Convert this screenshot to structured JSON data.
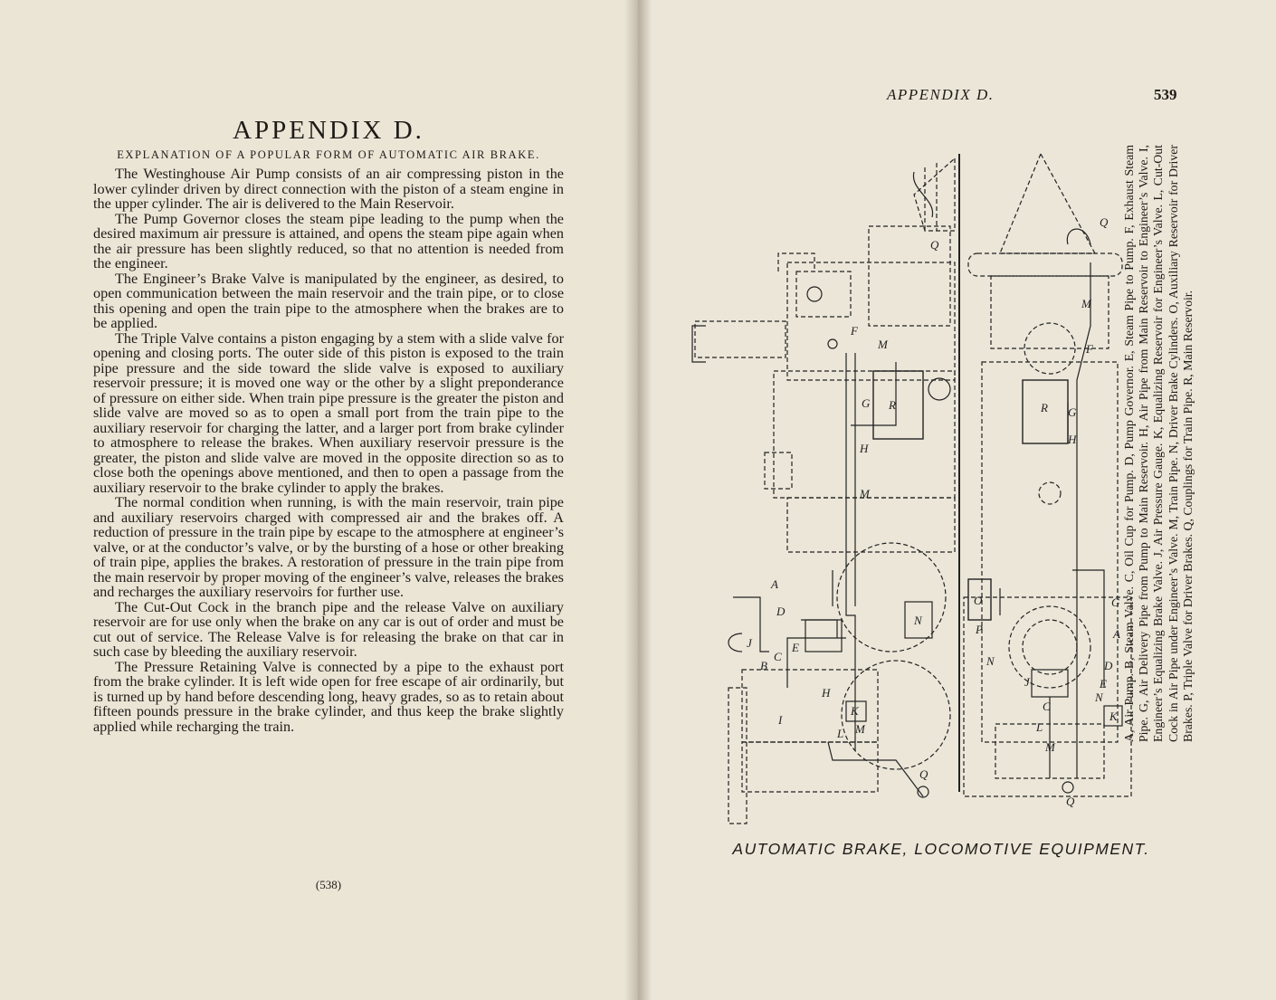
{
  "left_page": {
    "title": "APPENDIX D.",
    "subtitle": "EXPLANATION OF A POPULAR FORM OF AUTOMATIC AIR BRAKE.",
    "paragraphs": [
      "The Westinghouse Air Pump consists of an air compressing piston in the lower cylinder driven by direct connection with the piston of a steam engine in the upper cylinder. The air is delivered to the Main Reservoir.",
      "The Pump Governor closes the steam pipe leading to the pump when the desired maximum air pressure is attained, and opens the steam pipe again when the air pressure has been slightly reduced, so that no attention is needed from the engineer.",
      "The Engineer’s Brake Valve is manipulated by the engineer, as desired, to open communication between the main reservoir and the train pipe, or to close this opening and open the train pipe to the atmosphere when the brakes are to be applied.",
      "The Triple Valve contains a piston engaging by a stem with a slide valve for opening and closing ports. The outer side of this piston is exposed to the train pipe pressure and the side toward the slide valve is exposed to auxiliary reservoir pressure; it is moved one way or the other by a slight preponderance of pressure on either side. When train pipe pressure is the greater the piston and slide valve are moved so as to open a small port from the train pipe to the auxiliary reservoir for charging the latter, and a larger port from brake cylinder to atmosphere to release the brakes. When auxiliary reservoir pressure is the greater, the piston and slide valve are moved in the opposite direction so as to close both the openings above mentioned, and then to open a passage from the auxiliary reservoir to the brake cylinder to apply the brakes.",
      "The normal condition when running, is with the main reservoir, train pipe and auxiliary reservoirs charged with compressed air and the brakes off. A reduction of pressure in the train pipe by escape to the atmosphere at engineer’s valve, or at the conductor’s valve, or by the bursting of a hose or other breaking of train pipe, applies the brakes. A restoration of pressure in the train pipe from the main reservoir by proper moving of the engineer’s valve, releases the brakes and recharges the auxiliary reservoirs for further use.",
      "The Cut-Out Cock in the branch pipe and the release Valve on auxiliary reservoir are for use only when the brake on any car is out of order and must be cut out of service. The Release Valve is for releasing the brake on that car in such case by bleeding the auxiliary reservoir.",
      "The Pressure Retaining Valve is connected by a pipe to the exhaust port from the brake cylinder. It is left wide open for free escape of air ordinarily, but is turned up by hand before descending long, heavy grades, so as to retain about fifteen pounds pressure in the brake cylinder, and thus keep the brake slightly applied while recharging the train."
    ],
    "folio": "(538)"
  },
  "right_page": {
    "running_head": "APPENDIX D.",
    "page_number": "539",
    "caption": "AUTOMATIC BRAKE, LOCOMOTIVE EQUIPMENT.",
    "legend": "A, Air Pump. B, Steam Valve. C, Oil Cup for Pump. D, Pump Governor. E, Steam Pipe to Pump. F, Exhaust Steam Pipe. G, Air Delivery Pipe from Pump to Main Reservoir. H, Air Pipe from Main Reservoir to Engineer’s Valve. I, Engineer’s Equalizing Brake Valve. J, Air Pressure Gauge. K, Equalizing Reservoir for Engineer’s Valve. L, Cut-Out Cock in Air Pipe under Engineer’s Valve. M, Train Pipe. N, Driver Brake Cylinders. O, Auxiliary Reservoir for Driver Brakes. P, Triple Valve for Driver Brakes. Q, Couplings for Train Pipe. R, Main Reservoir.",
    "side_view_labels": [
      "Q",
      "F",
      "M",
      "G",
      "R",
      "H",
      "M",
      "A",
      "D",
      "B",
      "C",
      "J",
      "E",
      "I",
      "H",
      "K",
      "L",
      "M",
      "N",
      "Q"
    ],
    "plan_view_labels": [
      "Q",
      "M",
      "F",
      "R",
      "G",
      "H",
      "O",
      "P",
      "N",
      "G",
      "A",
      "D",
      "E",
      "N",
      "J",
      "C",
      "L",
      "K",
      "M",
      "Q"
    ]
  }
}
